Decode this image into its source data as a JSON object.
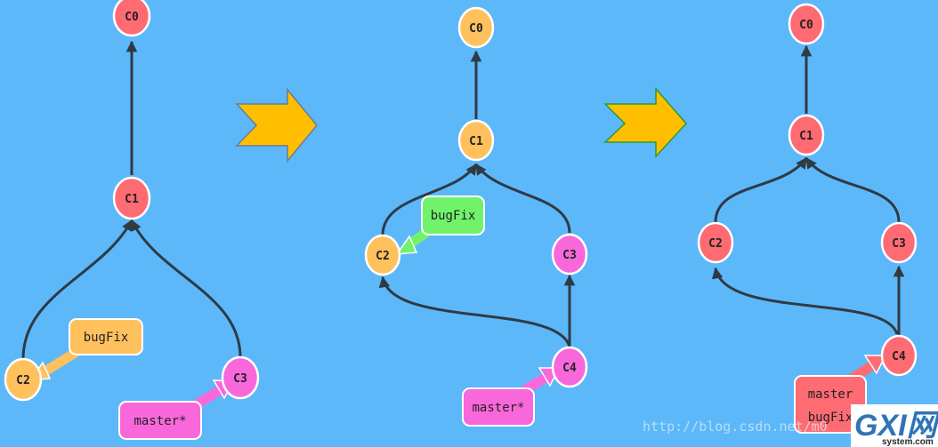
{
  "colors": {
    "background": "#5cb8f9",
    "edge": "#2f3a44",
    "red": "#ff6b73",
    "orange": "#ffc15e",
    "pink": "#f968db",
    "green": "#70f36a",
    "flow_arrow": "#ffbf00"
  },
  "panels": [
    {
      "commits": [
        {
          "id": "C0",
          "color": "red"
        },
        {
          "id": "C1",
          "color": "red"
        },
        {
          "id": "C2",
          "color": "orange"
        },
        {
          "id": "C3",
          "color": "pink"
        }
      ],
      "branches": [
        {
          "name": "bugFix",
          "color": "orange",
          "target": "C2"
        },
        {
          "name": "master*",
          "color": "pink",
          "target": "C3"
        }
      ]
    },
    {
      "commits": [
        {
          "id": "C0",
          "color": "orange"
        },
        {
          "id": "C1",
          "color": "orange"
        },
        {
          "id": "C2",
          "color": "orange"
        },
        {
          "id": "C3",
          "color": "pink"
        },
        {
          "id": "C4",
          "color": "pink"
        }
      ],
      "branches": [
        {
          "name": "bugFix",
          "color": "green",
          "target": "C2"
        },
        {
          "name": "master*",
          "color": "pink",
          "target": "C4"
        }
      ]
    },
    {
      "commits": [
        {
          "id": "C0",
          "color": "red"
        },
        {
          "id": "C1",
          "color": "red"
        },
        {
          "id": "C2",
          "color": "red"
        },
        {
          "id": "C3",
          "color": "red"
        },
        {
          "id": "C4",
          "color": "red"
        }
      ],
      "branches": [
        {
          "name": "master",
          "color": "red",
          "target": "C4"
        },
        {
          "name": "bugFix",
          "color": "red",
          "target": "C4"
        }
      ]
    }
  ],
  "watermark": "http://blog.csdn.net/m0",
  "logo": {
    "main": "GXI网",
    "sub": "system.com"
  }
}
